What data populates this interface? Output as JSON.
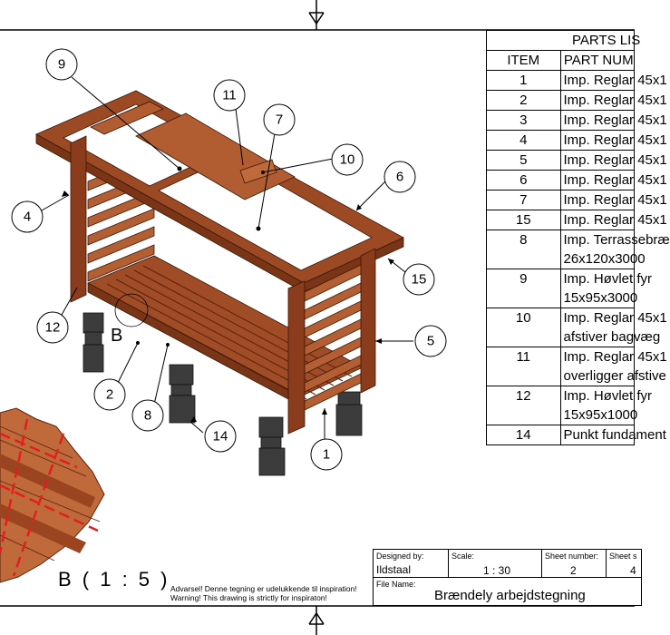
{
  "parts_list": {
    "title": "PARTS LIS",
    "col_item": "ITEM",
    "col_part": "PART NUM",
    "rows": [
      {
        "item": "1",
        "lines": [
          "Imp. Reglar 45x1"
        ]
      },
      {
        "item": "2",
        "lines": [
          "Imp. Reglar 45x1"
        ]
      },
      {
        "item": "3",
        "lines": [
          "Imp. Reglar 45x1"
        ]
      },
      {
        "item": "4",
        "lines": [
          "Imp. Reglar 45x1"
        ]
      },
      {
        "item": "5",
        "lines": [
          "Imp. Reglar 45x1"
        ]
      },
      {
        "item": "6",
        "lines": [
          "Imp. Reglar 45x1"
        ]
      },
      {
        "item": "7",
        "lines": [
          "Imp. Reglar 45x1"
        ]
      },
      {
        "item": "15",
        "lines": [
          "Imp. Reglar 45x1"
        ]
      },
      {
        "item": "8",
        "lines": [
          "Imp. Terrassebræ",
          "26x120x3000"
        ]
      },
      {
        "item": "9",
        "lines": [
          "Imp. Høvlet fyr",
          "15x95x3000"
        ]
      },
      {
        "item": "10",
        "lines": [
          "Imp. Reglar 45x1",
          "afstiver bagvæg"
        ]
      },
      {
        "item": "11",
        "lines": [
          "Imp. Reglar 45x1",
          "overligger afstive"
        ]
      },
      {
        "item": "12",
        "lines": [
          "Imp. Høvlet fyr",
          "15x95x1000"
        ]
      },
      {
        "item": "14",
        "lines": [
          "Punkt fundament"
        ]
      }
    ]
  },
  "balloons": {
    "b9": "9",
    "b11": "11",
    "b7": "7",
    "b10": "10",
    "b6": "6",
    "b4": "4",
    "b15": "15",
    "b12": "12",
    "b5": "5",
    "b2": "2",
    "b8": "8",
    "b14": "14",
    "b1": "1"
  },
  "detail_marker": "B",
  "detail_view_label": "B ( 1 : 5 )",
  "warning": {
    "line1": "Advarsel! Denne tegning er udelukkende til inspiration!",
    "line2": "Warning! This drawing is strictly for inspiraton!"
  },
  "title_block": {
    "designed_by_label": "Designed by:",
    "designed_by": "Ildstaal",
    "scale_label": "Scale:",
    "scale": "1 : 30",
    "sheet_number_label": "Sheet number:",
    "sheet_number": "2",
    "sheet_s_label": "Sheet s",
    "sheet_s_value": "4",
    "file_name_label": "File Name:",
    "file_name": "Brændely arbejdstegning"
  },
  "colors": {
    "wood": "#9c4a24",
    "wood_light": "#b8623a",
    "wood_dark": "#6e2f14",
    "detail_wood": "#c06a3c",
    "detail_line": "#e0201c",
    "foundation": "#3c3c3c"
  }
}
